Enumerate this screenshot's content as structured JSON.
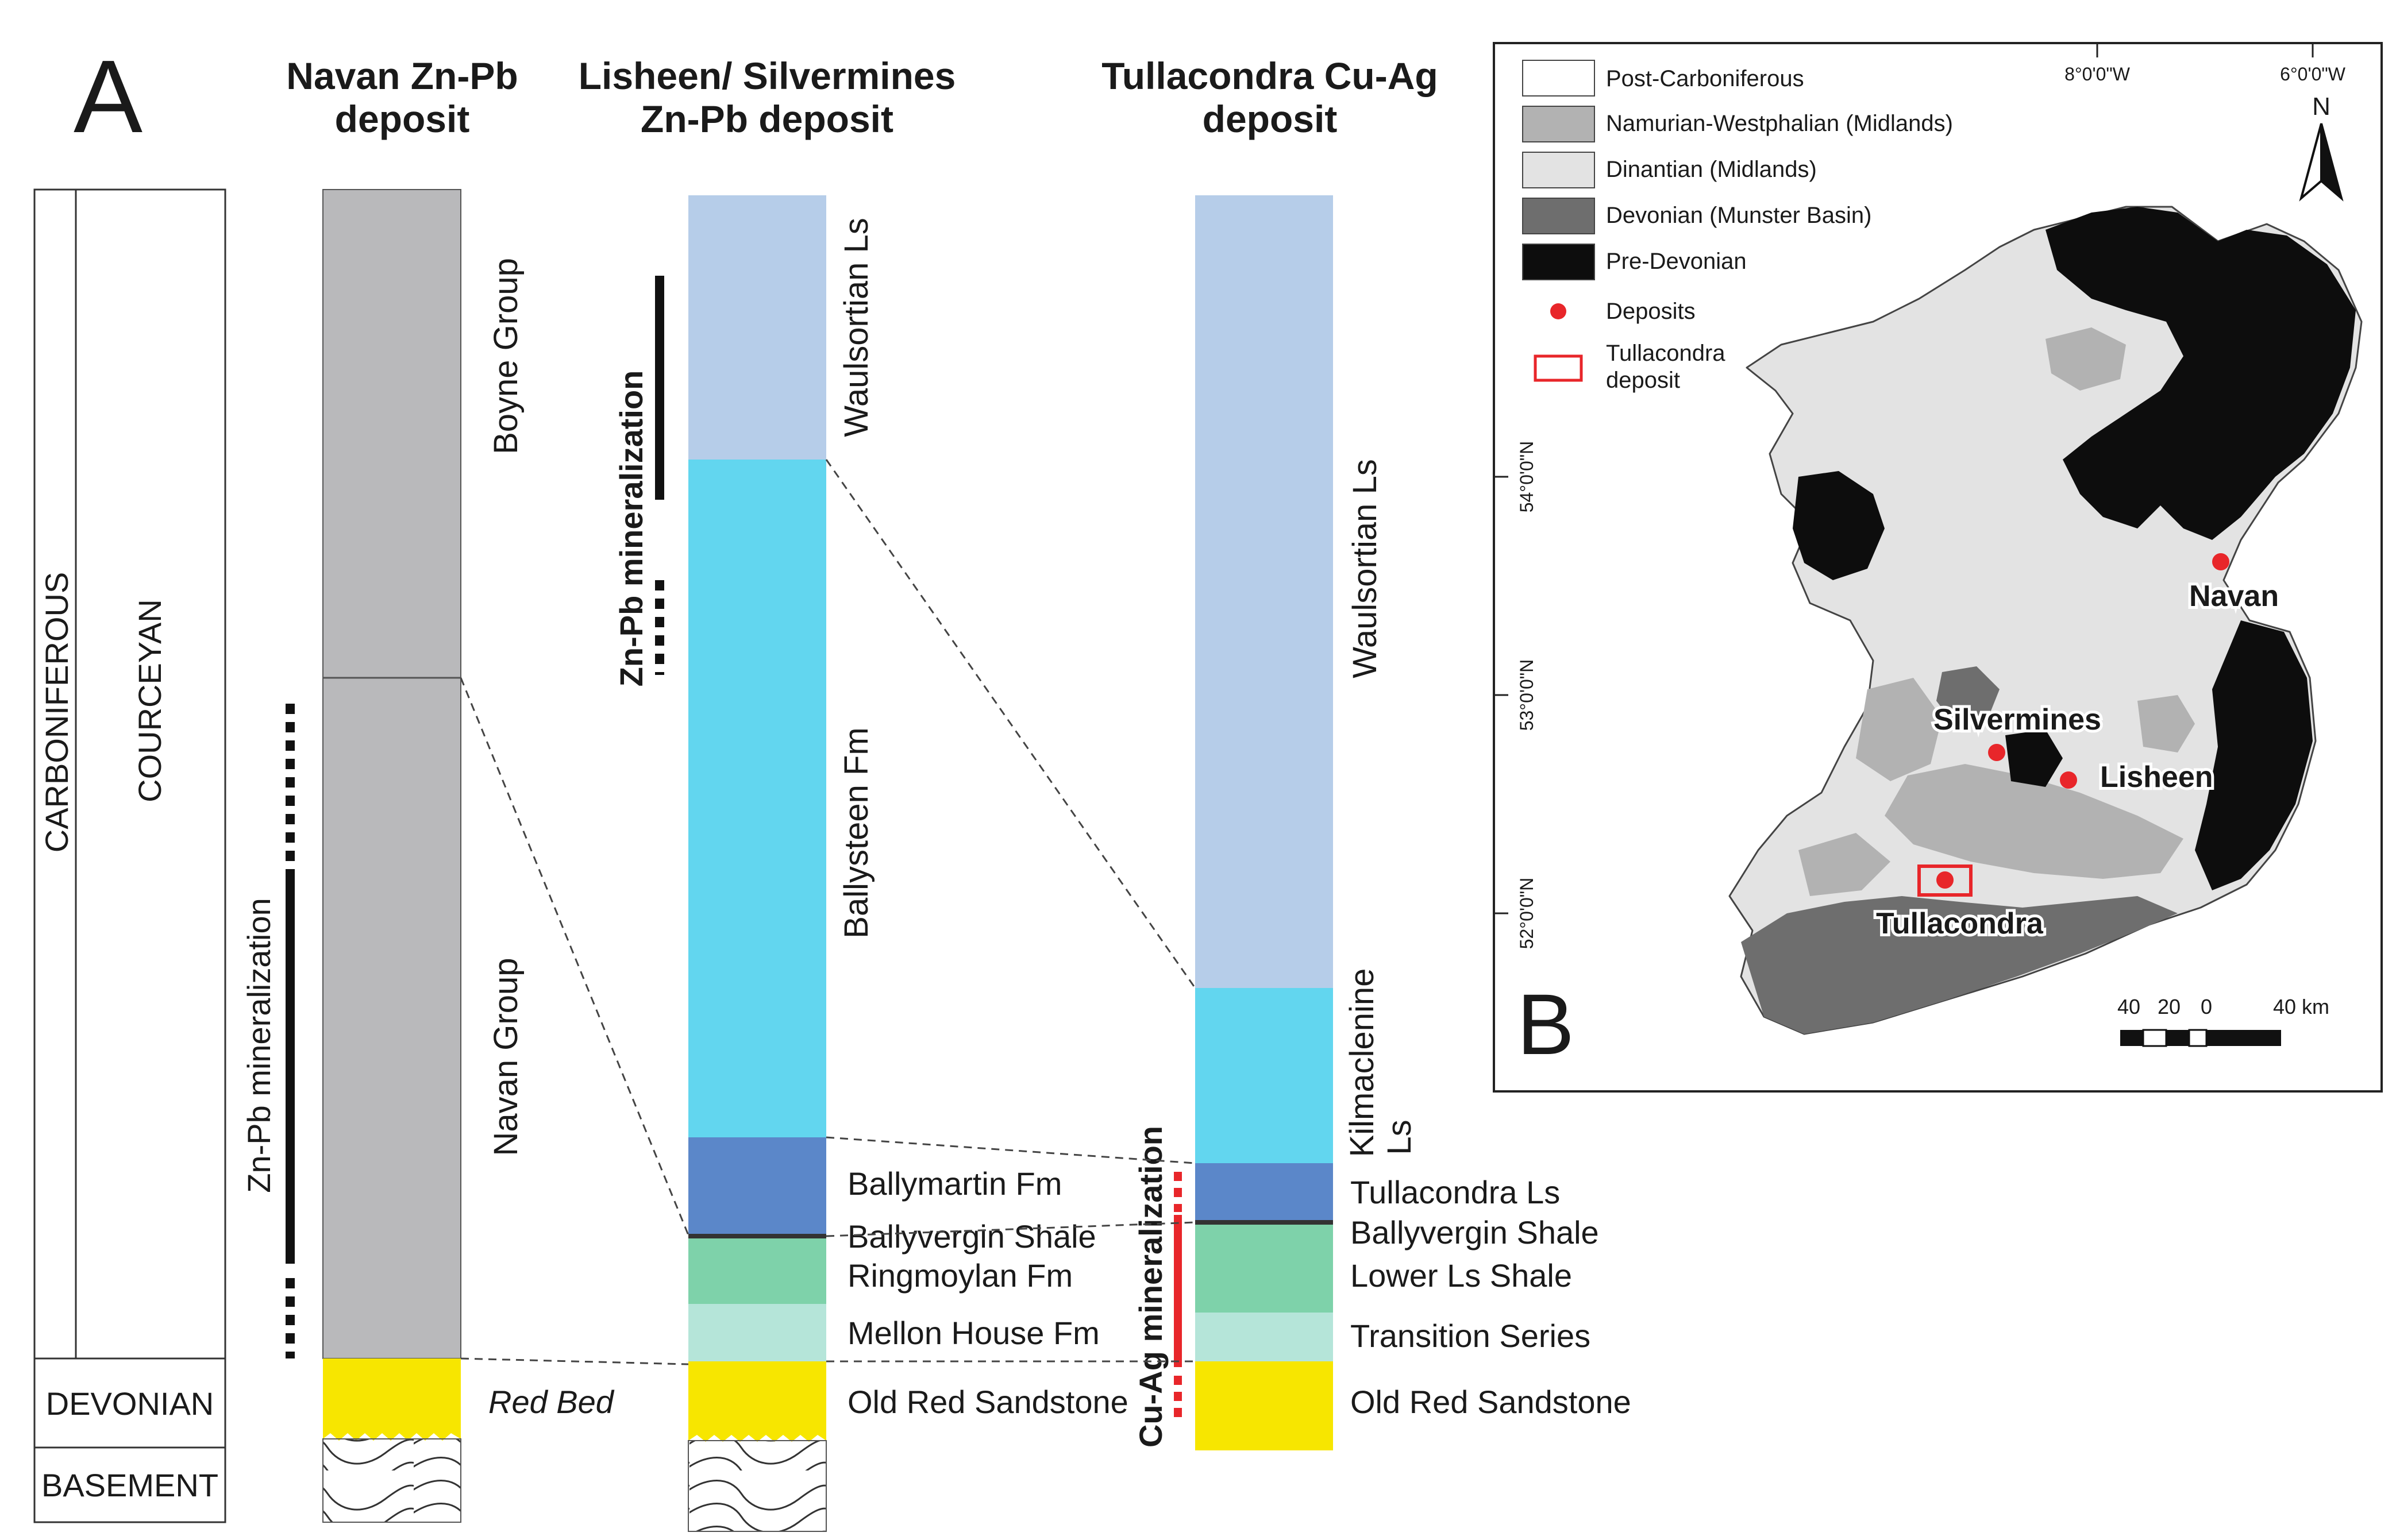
{
  "panel_a": {
    "letter": "A",
    "headers": {
      "navan": [
        "Navan Zn-Pb",
        "deposit"
      ],
      "lisheen": [
        "Lisheen/ Silvermines",
        "Zn-Pb deposit"
      ],
      "tullacondra": [
        "Tullacondra Cu-Ag",
        "deposit"
      ]
    },
    "timescale": {
      "system": "CARBONIFEROUS",
      "stage": "COURCEYAN",
      "devonian": "DEVONIAN",
      "basement": "BASEMENT"
    },
    "navan_units": {
      "upper": "Boyne Group",
      "lower": "Navan Group",
      "base": "Red Bed"
    },
    "navan_mineralization": "Zn-Pb mineralization",
    "lisheen_units": [
      "Waulsortian Ls",
      "Ballysteen Fm",
      "Ballymartin Fm",
      "Ballyvergin Shale",
      "Ringmoylan Fm",
      "Mellon House Fm",
      "Old Red Sandstone"
    ],
    "lisheen_mineralization": "Zn-Pb mineralization",
    "tullacondra_units": [
      "Waulsortian Ls",
      "Kilmaclenine",
      "Ls",
      "Tullacondra Ls",
      "Ballyvergin Shale",
      "Lower Ls Shale",
      "Transition Series",
      "Old Red Sandstone"
    ],
    "tullacondra_mineralization": "Cu-Ag mineralization",
    "colors": {
      "gray_column": "#b9b9bb",
      "waulsortian": "#b6cde9",
      "ballysteen": "#62d6ef",
      "ballymartin": "#5b87c9",
      "ringmoylan": "#7ed2aa",
      "mellon": "#b5e5d9",
      "old_red": "#f7e600",
      "cu_ag": "#e8262a"
    }
  },
  "panel_b": {
    "letter": "B",
    "legend": [
      {
        "label": "Post-Carboniferous",
        "color": "#ffffff"
      },
      {
        "label": "Namurian-Westphalian (Midlands)",
        "color": "#b2b2b2"
      },
      {
        "label": "Dinantian (Midlands)",
        "color": "#e3e3e3"
      },
      {
        "label": "Devonian (Munster Basin)",
        "color": "#6e6e6e"
      },
      {
        "label": "Pre-Devonian",
        "color": "#0d0d0d"
      }
    ],
    "legend_deposits": "Deposits",
    "legend_tullacondra": [
      "Tullacondra",
      "deposit"
    ],
    "longitudes": [
      "8°0'0\"W",
      "6°0'0\"W"
    ],
    "latitudes": [
      "54°0'0\"N",
      "53°0'0\"N",
      "52°0'0\"N"
    ],
    "north": "N",
    "deposits": [
      "Navan",
      "Silvermines",
      "Lisheen",
      "Tullacondra"
    ],
    "scale_labels": [
      "40",
      "20",
      "0",
      "40 km"
    ]
  }
}
